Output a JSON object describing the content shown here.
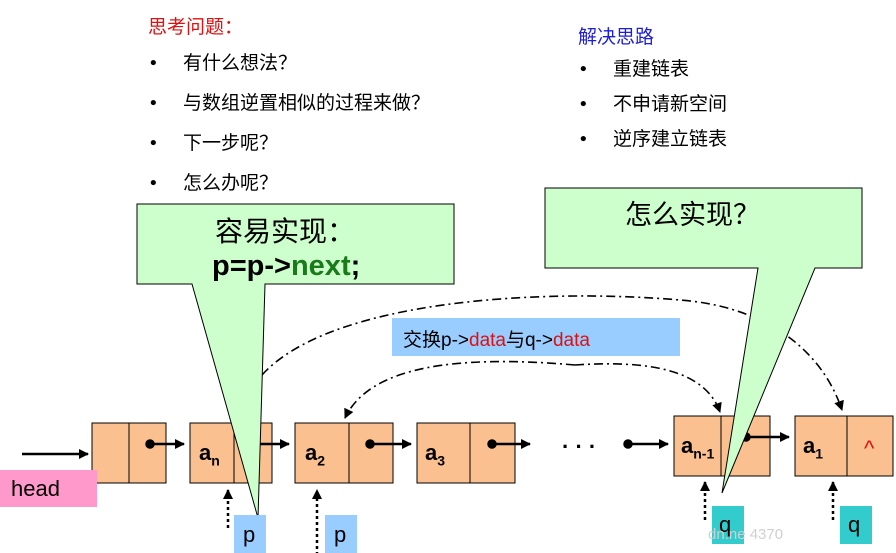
{
  "thinking": {
    "title": "思考问题：",
    "items": [
      "有什么想法？",
      "与数组逆置相似的过程来做？",
      "下一步呢？",
      "怎么办呢？"
    ]
  },
  "solution": {
    "title": "解决思路",
    "items": [
      "重建链表",
      "不申请新空间",
      "逆序建立链表"
    ]
  },
  "bullet": "•",
  "callout_left": {
    "line1": "容易实现：",
    "code_prefix": "p=p->",
    "code_keyword": "next",
    "code_suffix": ";"
  },
  "callout_right": {
    "text": "怎么实现？"
  },
  "swap": {
    "part1": "交换p->",
    "part2": "data",
    "part3": "与q->",
    "part4": "data"
  },
  "list": {
    "head_label": "head",
    "nodes": [
      {
        "letter": "",
        "sub": ""
      },
      {
        "letter": "a",
        "sub": "n"
      },
      {
        "letter": "a",
        "sub": "2"
      },
      {
        "letter": "a",
        "sub": "3"
      },
      {
        "letter": "a",
        "sub": "n-1"
      },
      {
        "letter": "a",
        "sub": "1"
      }
    ],
    "ellipsis": "· · ·",
    "null_symbol": "^"
  },
  "pointers": {
    "p1": "p",
    "p2": "p",
    "q1": "q",
    "q2": "q"
  },
  "watermark": "dn.ne          4370",
  "colors": {
    "node_fill": "#fac090",
    "callout_fill": "#ccffcc",
    "title_red": "#e01010",
    "title_blue": "#1d1ddc",
    "keyword_green": "#1a7a1a",
    "swap_bg": "#99ccff",
    "head_bg": "#ff99cc",
    "pointer_blue": "#99ccff",
    "pointer_teal": "#33cccc"
  }
}
